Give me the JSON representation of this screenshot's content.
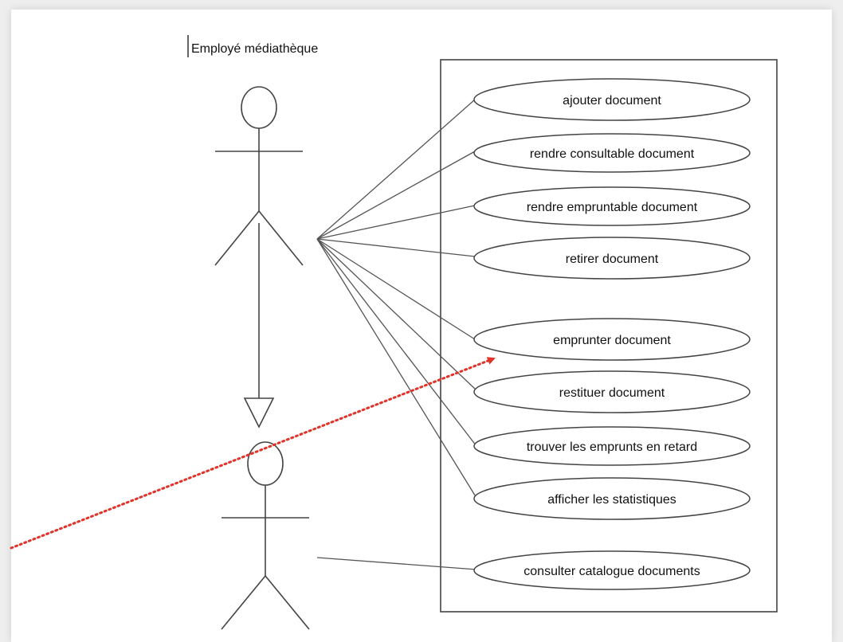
{
  "diagram": {
    "actor_top_label": "Employé médiathèque",
    "use_cases": [
      {
        "label": "ajouter document"
      },
      {
        "label": "rendre consultable document"
      },
      {
        "label": "rendre empruntable document"
      },
      {
        "label": "retirer document"
      },
      {
        "label": "emprunter document"
      },
      {
        "label": "restituer document"
      },
      {
        "label": "trouver les emprunts en retard"
      },
      {
        "label": "afficher les statistiques"
      },
      {
        "label": "consulter catalogue documents"
      }
    ],
    "annotation_arrow_color": "#e0332a"
  }
}
